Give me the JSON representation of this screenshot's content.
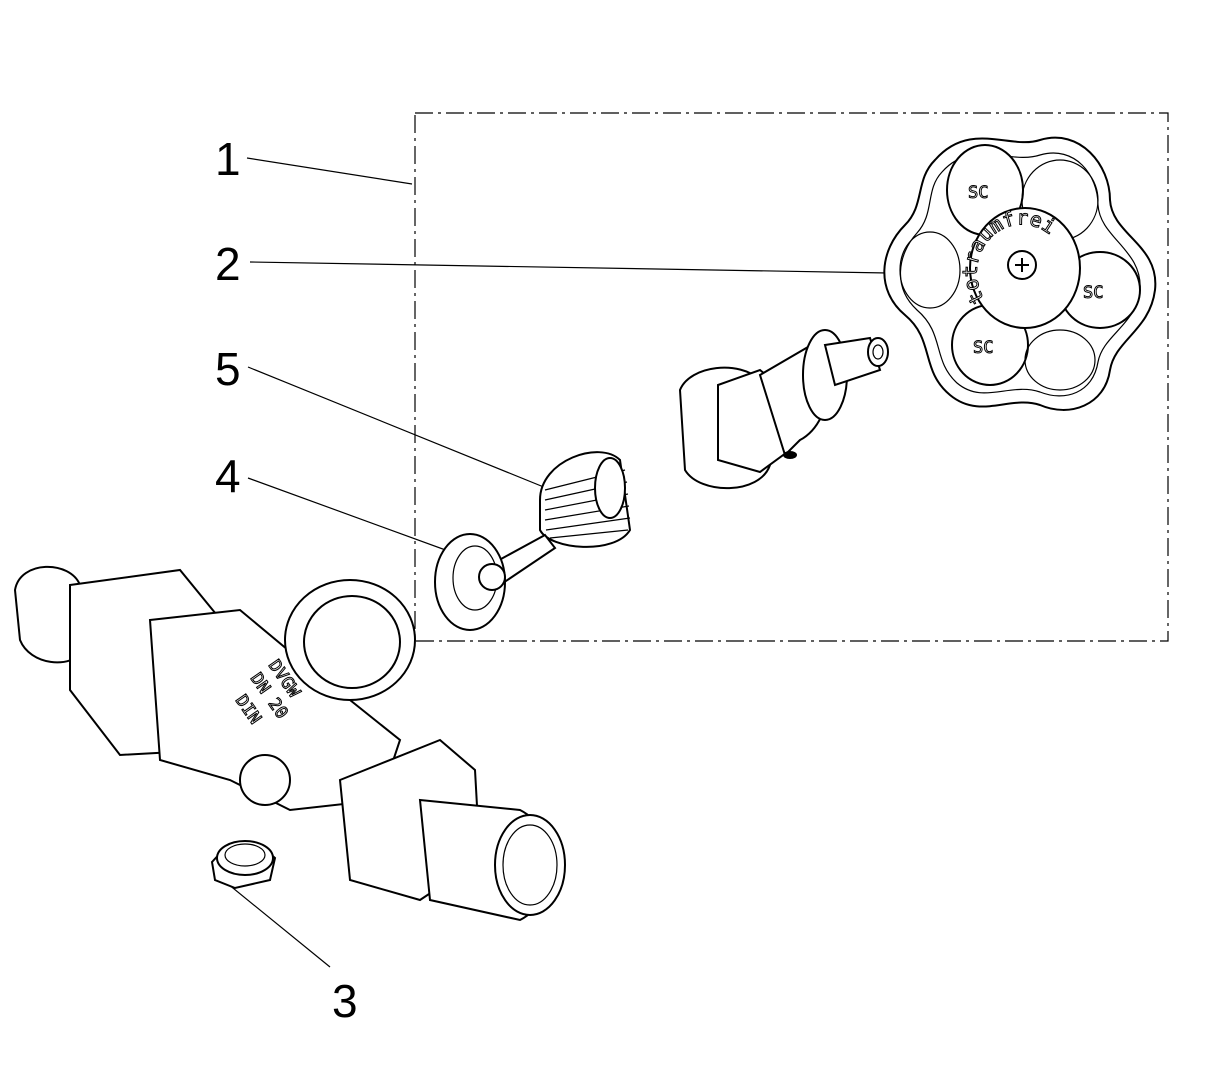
{
  "callouts": [
    {
      "number": "1",
      "part": "upper-assembly"
    },
    {
      "number": "2",
      "part": "handwheel"
    },
    {
      "number": "3",
      "part": "drain-plug"
    },
    {
      "number": "4",
      "part": "valve-disc"
    },
    {
      "number": "5",
      "part": "spring"
    }
  ],
  "markings": {
    "handwheel_hub": "totraumfrei",
    "handwheel_logo": "SC",
    "body_line1": "DVGW",
    "body_line2": "DN 20",
    "body_line3": "DIN"
  }
}
